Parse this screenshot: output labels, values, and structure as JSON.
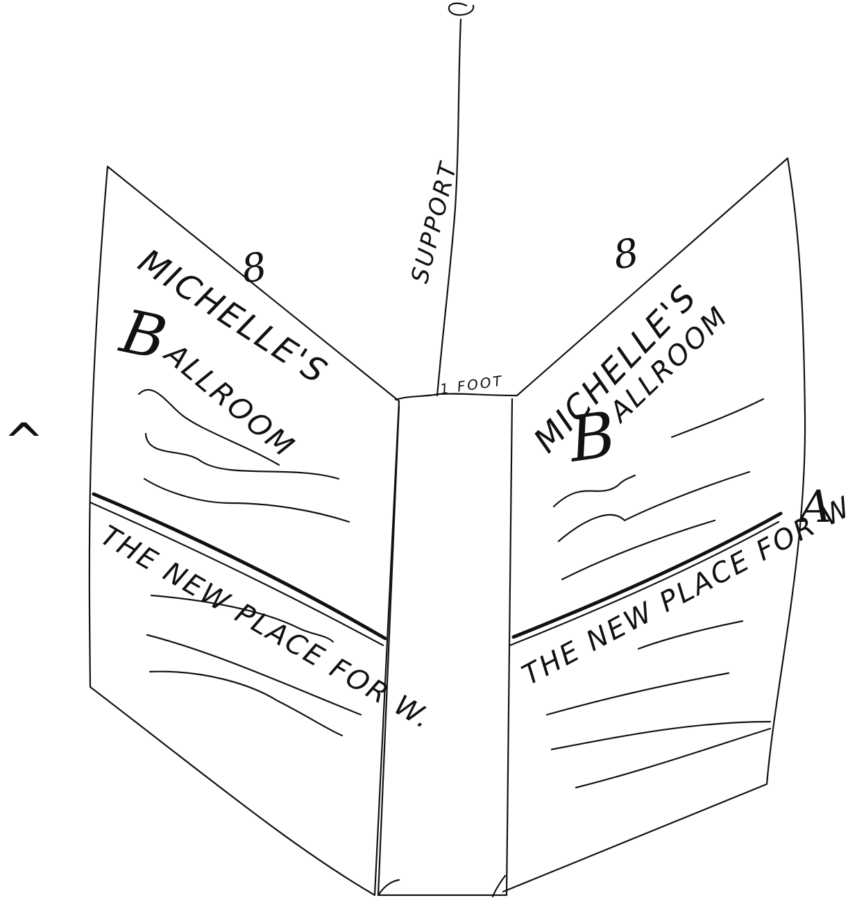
{
  "sketch": {
    "support_label": "SUPPORT",
    "foot_label": "1 FOOT",
    "left_panel": {
      "measure_mark": "8",
      "title_line1": "MICHELLE'S",
      "title_initial": "B",
      "title_rest": "ALLROOM",
      "tagline": "THE NEW PLACE FOR W."
    },
    "right_panel": {
      "measure_mark": "8",
      "title_line1": "MICHELLE'S",
      "title_initial": "B",
      "title_rest": "ALLROOM",
      "tagline": "THE NEW PLACE FOR W"
    },
    "left_edge_mark": "^",
    "right_edge_mark": "A"
  }
}
